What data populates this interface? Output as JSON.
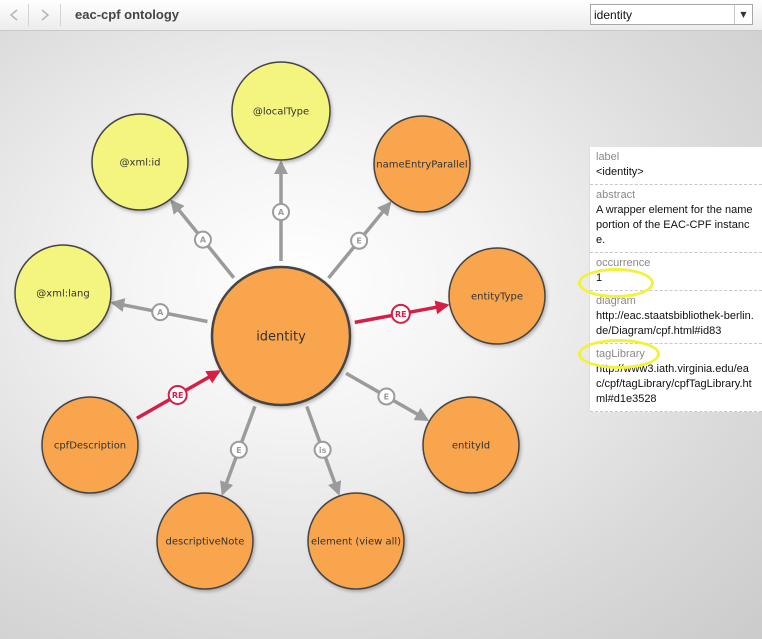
{
  "toolbar": {
    "title": "eac-cpf ontology",
    "select_value": "identity",
    "back_icon": "back-arrow-icon",
    "forward_icon": "forward-arrow-icon",
    "dropdown_icon": "chevron-down-icon"
  },
  "colors": {
    "attribute_node": "#f4f57f",
    "element_node": "#f8a54e",
    "node_stroke": "#444444",
    "edge_gray": "#9b9b9b",
    "edge_red": "#d41f47",
    "highlight": "#f2f23a"
  },
  "diagram": {
    "center": {
      "id": "identity",
      "label": "identity",
      "kind": "element"
    },
    "nodes": [
      {
        "id": "xml-id",
        "label": "@xml:id",
        "kind": "attribute"
      },
      {
        "id": "localType",
        "label": "@localType",
        "kind": "attribute"
      },
      {
        "id": "nameEntryParallel",
        "label": "nameEntryParallel",
        "kind": "element"
      },
      {
        "id": "xml-lang",
        "label": "@xml:lang",
        "kind": "attribute"
      },
      {
        "id": "entityType",
        "label": "entityType",
        "kind": "element"
      },
      {
        "id": "cpfDescription",
        "label": "cpfDescription",
        "kind": "element"
      },
      {
        "id": "entityId",
        "label": "entityId",
        "kind": "element"
      },
      {
        "id": "descriptiveNote",
        "label": "descriptiveNote",
        "kind": "element"
      },
      {
        "id": "element-view-all",
        "label": "element (view all)",
        "kind": "element"
      }
    ],
    "edges": [
      {
        "from": "identity",
        "to": "xml-id",
        "label": "A",
        "style": "gray"
      },
      {
        "from": "identity",
        "to": "localType",
        "label": "A",
        "style": "gray"
      },
      {
        "from": "identity",
        "to": "nameEntryParallel",
        "label": "E",
        "style": "gray"
      },
      {
        "from": "identity",
        "to": "xml-lang",
        "label": "A",
        "style": "gray"
      },
      {
        "from": "identity",
        "to": "entityType",
        "label": "RE",
        "style": "red"
      },
      {
        "from": "cpfDescription",
        "to": "identity",
        "label": "RE",
        "style": "red"
      },
      {
        "from": "identity",
        "to": "entityId",
        "label": "E",
        "style": "gray"
      },
      {
        "from": "identity",
        "to": "descriptiveNote",
        "label": "E",
        "style": "gray"
      },
      {
        "from": "identity",
        "to": "element-view-all",
        "label": "is",
        "style": "gray"
      }
    ]
  },
  "properties": [
    {
      "key": "label",
      "value": "<identity>"
    },
    {
      "key": "abstract",
      "value": "A wrapper element for the name portion of the EAC-CPF instance."
    },
    {
      "key": "occurrence",
      "value": "1"
    },
    {
      "key": "diagram",
      "value": "http://eac.staatsbibliothek-berlin.de/Diagram/cpf.html#id83"
    },
    {
      "key": "tagLibrary",
      "value": "http://www3.iath.virginia.edu/eac/cpf/tagLibrary/cpfTagLibrary.html#d1e3528"
    }
  ]
}
